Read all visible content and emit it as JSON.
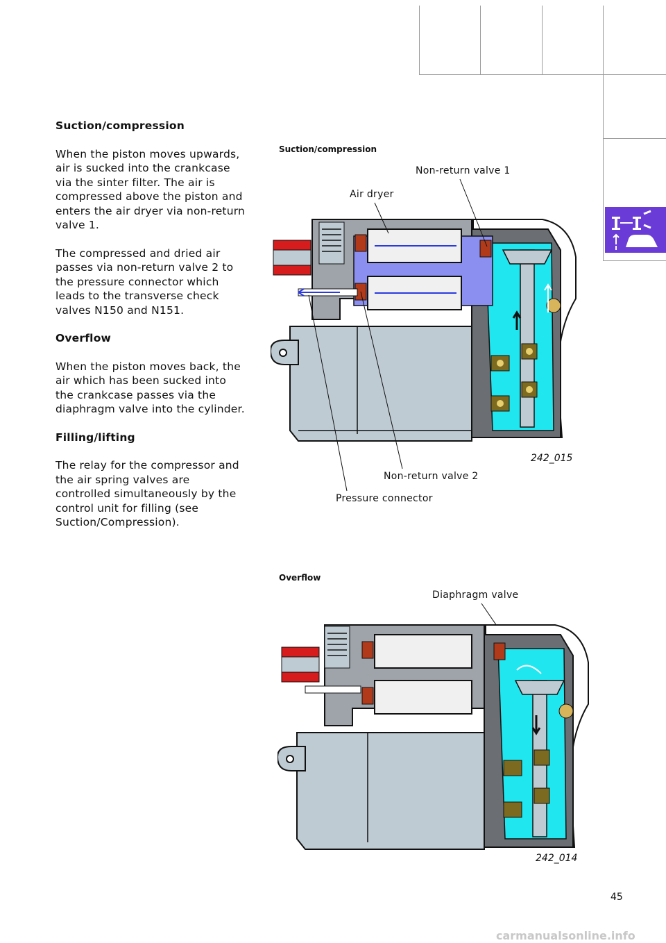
{
  "sections": [
    {
      "heading": "Suction/compression",
      "body": "When the piston moves upwards, air is sucked into the crankcase via the sinter filter. The air is compressed above the piston and enters the air dryer via non-return valve 1."
    },
    {
      "heading": "",
      "body": "The compressed and dried air passes via non-return valve 2 to the pressure connector which leads to the transverse check valves N150 and N151."
    },
    {
      "heading": "Overflow",
      "body": "When the piston moves back, the air which has been sucked into the crankcase passes via the diaphragm valve into the cylinder."
    },
    {
      "heading": "Filling/lifting",
      "body": "The relay for the compressor and the air spring valves are controlled simultaneously by the control unit for filling (see Suction/Compression)."
    }
  ],
  "figure1": {
    "caption": "Suction/compression",
    "labels": {
      "nrv1": "Non-return valve 1",
      "air_dryer": "Air dryer",
      "nrv2": "Non-return valve 2",
      "pressure_connector": "Pressure connector"
    },
    "id": "242_015"
  },
  "figure2": {
    "caption": "Overflow",
    "labels": {
      "diaphragm_valve": "Diaphragm valve"
    },
    "id": "242_014"
  },
  "page_number": "45",
  "footer": "carmanualsonline.info",
  "colors": {
    "accent_purple": "#6a3bd6",
    "air_cyan": "#1fe6ef",
    "air_blue": "#8a8ff0",
    "housing_gray": "#bfcbd3"
  }
}
